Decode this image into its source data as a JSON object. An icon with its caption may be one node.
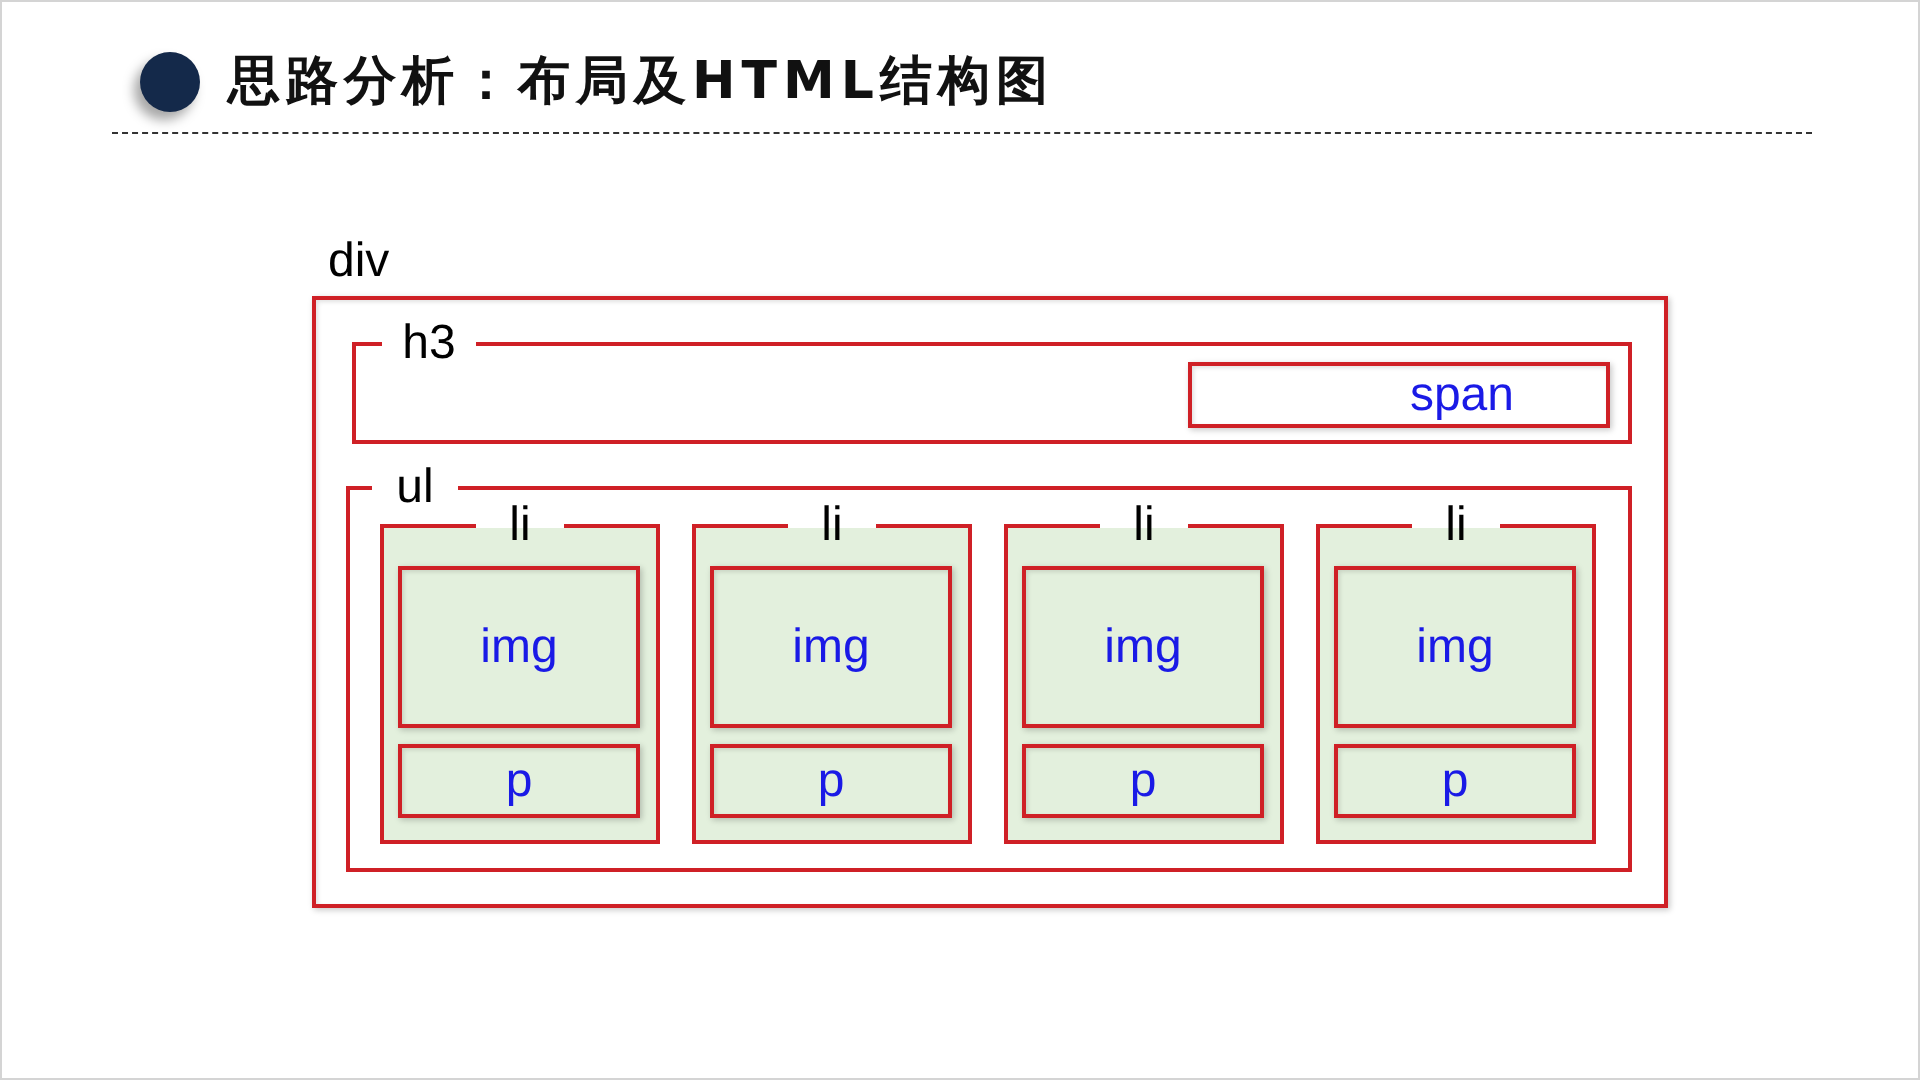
{
  "diagram": {
    "title": "思路分析：布局及HTML结构图",
    "nodes": [
      {
        "text": [
          "div"
        ]
      },
      {
        "text": [
          "h3"
        ],
        "in": 0
      },
      {
        "text": [
          "span"
        ],
        "in": 1
      },
      {
        "text": [
          "ul"
        ],
        "in": 0
      },
      {
        "text": [
          "li"
        ],
        "in": 3
      },
      {
        "text": [
          "img"
        ],
        "in": 4
      },
      {
        "text": [
          "p"
        ],
        "in": 4
      },
      {
        "text": [
          "li"
        ],
        "in": 3
      },
      {
        "text": [
          "img"
        ],
        "in": 7
      },
      {
        "text": [
          "p"
        ],
        "in": 7
      },
      {
        "text": [
          "li"
        ],
        "in": 3
      },
      {
        "text": [
          "img"
        ],
        "in": 10
      },
      {
        "text": [
          "p"
        ],
        "in": 10
      },
      {
        "text": [
          "li"
        ],
        "in": 3
      },
      {
        "text": [
          "img"
        ],
        "in": 13
      },
      {
        "text": [
          "p"
        ],
        "in": 13
      }
    ]
  }
}
